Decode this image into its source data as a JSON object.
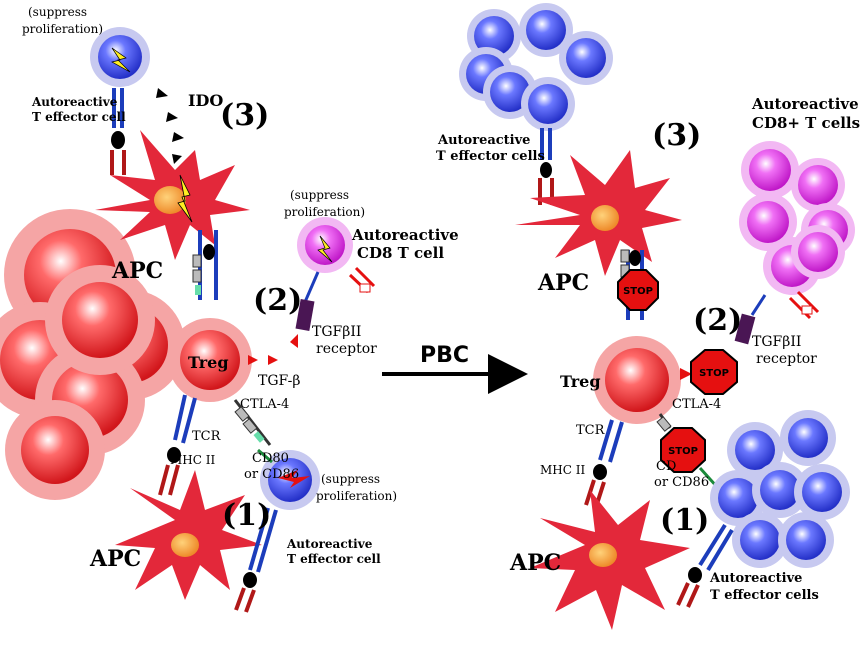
{
  "left": {
    "suppress_top": [
      "(suppress",
      "proliferation)"
    ],
    "eff_top_label": [
      "Autoreactive",
      "T effector cell"
    ],
    "ido": "IDO",
    "num3": "(3)",
    "apc_top": "APC",
    "suppress_cd8": [
      "(suppress",
      "proliferation)"
    ],
    "cd8_label": [
      "Autoreactive",
      "CD8 T cell"
    ],
    "num2": "(2)",
    "tgfb2": [
      "TGFβII",
      "receptor"
    ],
    "treg": "Treg",
    "tgfb": "TGF-β",
    "ctla4": "CTLA-4",
    "tcr": "TCR",
    "mhc": "MHC II",
    "cd80": [
      "CD80",
      "or CD86"
    ],
    "suppress_bottom": [
      "(suppress",
      "proliferation)"
    ],
    "num1": "(1)",
    "apc_bottom": "APC",
    "eff_bottom_label": [
      "Autoreactive",
      "T effector cell"
    ]
  },
  "center": {
    "pbc": "PBC"
  },
  "right": {
    "eff_top_label": [
      "Autoreactive",
      "T effector cells"
    ],
    "num3": "(3)",
    "cd8_label": [
      "Autoreactive",
      "CD8+ T cells"
    ],
    "apc_top": "APC",
    "stop": "STOP",
    "num2": "(2)",
    "tgfb2": [
      "TGFβII",
      "receptor"
    ],
    "treg": "Treg",
    "ctla4": "CTLA-4",
    "tcr": "TCR",
    "mhc": "MHC II",
    "cd80": [
      "CD",
      "or CD86"
    ],
    "num1": "(1)",
    "apc_bottom": "APC",
    "eff_bottom_label": [
      "Autoreactive",
      "T effector cells"
    ]
  },
  "colors": {
    "red_cell": "#e8262b",
    "red_cell_light": "#f5a5a5",
    "blue_cell": "#3d4fe0",
    "blue_cell_light": "#c7c9f0",
    "magenta_cell": "#e040e8",
    "magenta_cell_light": "#f2b8f3",
    "apc": "#e3283a",
    "apc_nucleus": "#f59b3a",
    "stop": "#e51010",
    "tgf_receptor": "#4a1654"
  }
}
